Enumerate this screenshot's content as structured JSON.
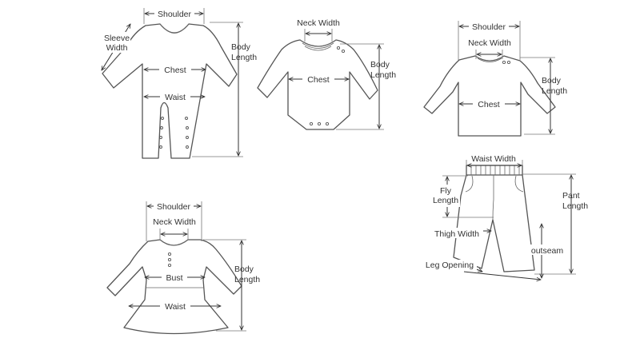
{
  "colors": {
    "line": "#555555",
    "dimension": "#333333",
    "background": "#ffffff"
  },
  "romper": {
    "shoulder": "Shoulder",
    "sleeve_width_1": "Sleeve",
    "sleeve_width_2": "Width",
    "body_length_1": "Body",
    "body_length_2": "Length",
    "chest": "Chest",
    "waist": "Waist"
  },
  "bodysuit": {
    "neck_width": "Neck Width",
    "body_length_1": "Body",
    "body_length_2": "Length",
    "chest": "Chest"
  },
  "shirt": {
    "shoulder": "Shoulder",
    "neck_width": "Neck Width",
    "body_length_1": "Body",
    "body_length_2": "Length",
    "chest": "Chest"
  },
  "dress": {
    "shoulder": "Shoulder",
    "neck_width": "Neck Width",
    "body_length_1": "Body",
    "body_length_2": "Length",
    "bust": "Bust",
    "waist": "Waist"
  },
  "pants": {
    "waist_width": "Waist Width",
    "fly_length_1": "Fly",
    "fly_length_2": "Length",
    "pant_length_1": "Pant",
    "pant_length_2": "Length",
    "thigh_width": "Thigh Width",
    "outseam": "outseam",
    "leg_opening": "Leg Opening"
  }
}
